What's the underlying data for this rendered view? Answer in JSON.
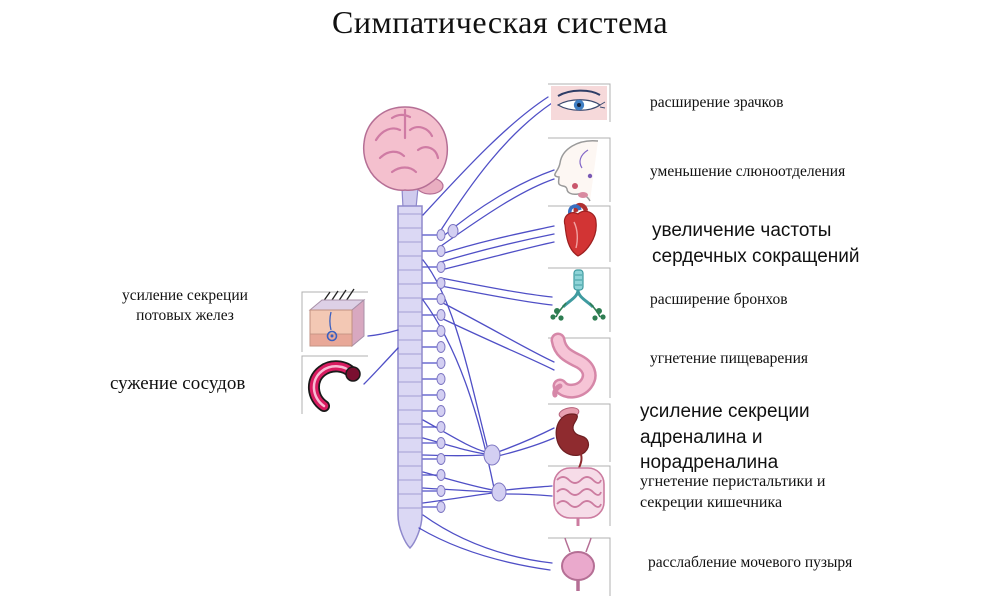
{
  "title": "Симпатическая система",
  "colors": {
    "nerve": "#3d3dc0",
    "spinal_cord": "#dbd8f4",
    "brain_pink": "#f4c0ce",
    "bracket_gray": "#b0b0b0"
  },
  "left_items": [
    {
      "label": "усиление секреции потовых желез",
      "icon": "skin-sweat-glands-icon"
    },
    {
      "label": "сужение сосудов",
      "icon": "blood-vessel-icon"
    }
  ],
  "right_items": [
    {
      "label": "расширение зрачков",
      "icon": "eye-icon"
    },
    {
      "label": "уменьшение слюноотделения",
      "icon": "salivary-head-icon"
    },
    {
      "label": "увеличение частоты сердечных сокращений",
      "icon": "heart-icon"
    },
    {
      "label": "расширение бронхов",
      "icon": "bronchi-icon"
    },
    {
      "label": "угнетение пищеварения",
      "icon": "stomach-icon"
    },
    {
      "label": "усиление секреции адреналина и норадреналина",
      "icon": "kidney-adrenal-icon"
    },
    {
      "label": "угнетение перистальтики и секреции кишечника",
      "icon": "intestine-icon"
    },
    {
      "label": "расслабление мочевого пузыря",
      "icon": "bladder-icon"
    }
  ]
}
